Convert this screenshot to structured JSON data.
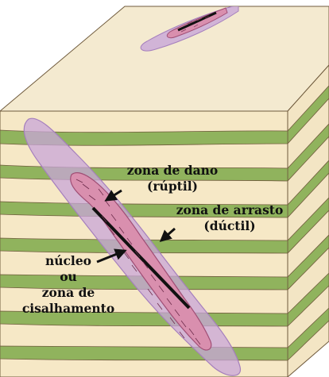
{
  "labels": {
    "damage_zone_line1": "zona de dano",
    "damage_zone_line2": "(rúptil)",
    "drag_zone_line1": "zona de arrasto",
    "drag_zone_line2": "(dúctil)",
    "core_line1": "núcleo",
    "core_line2": "ou",
    "core_line3": "zona de",
    "core_line4": "cisalhamento"
  },
  "colors": {
    "cream_top": "#f4ead0",
    "cream_front": "#f6e8c6",
    "cream_side": "#f3e5c4",
    "green_layer": "#90b35d",
    "outline": "#6f5a3c",
    "purple_halo": "#c8a6d8",
    "purple_halo_edge": "#a57fbd",
    "pink_core": "#d98fae",
    "pink_core_edge": "#a04e75",
    "fault_line": "#111111"
  }
}
